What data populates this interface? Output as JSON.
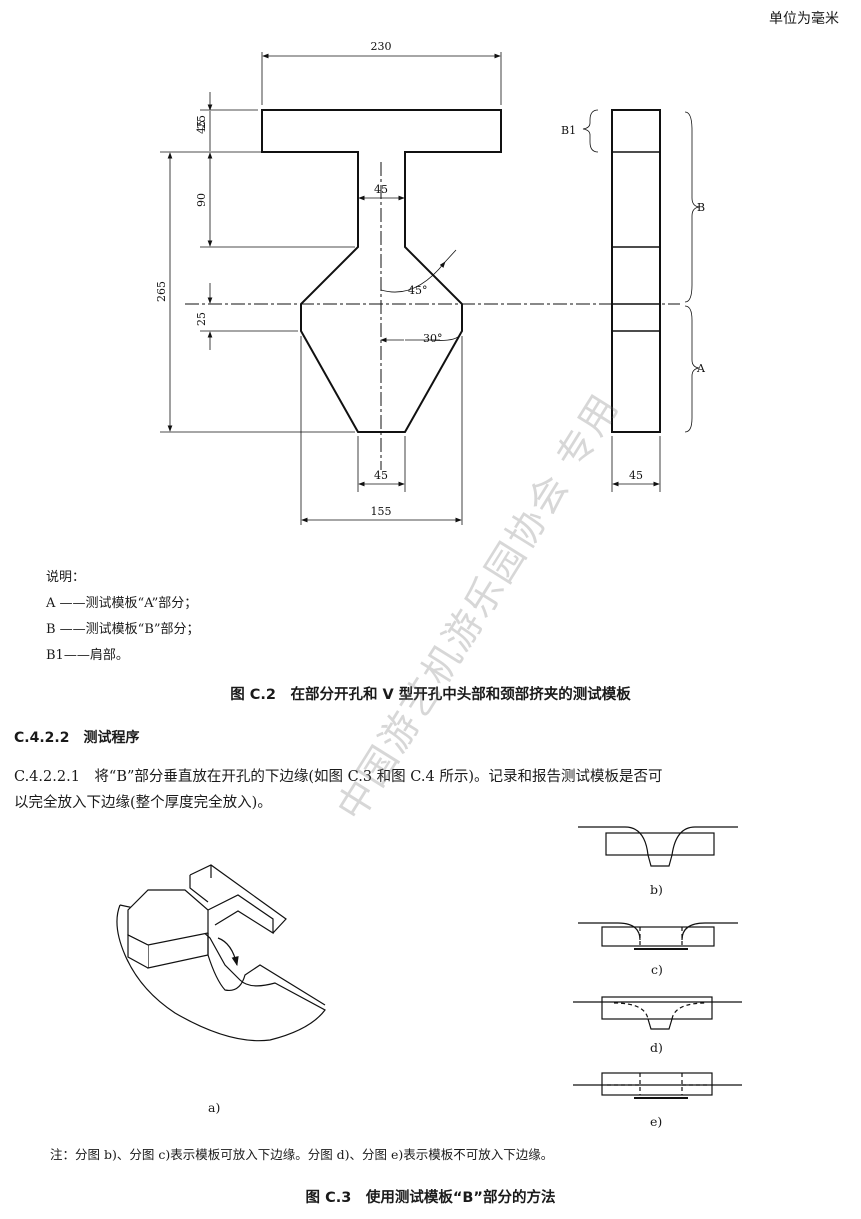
{
  "unit_note": "单位为毫米",
  "figure_c2": {
    "dims": {
      "top_width": "230",
      "h45": "45",
      "h25_top": "25",
      "h90": "90",
      "h265": "265",
      "h25_mid": "25",
      "neck_width": "45",
      "angle45": "45°",
      "angle30": "30°",
      "bottom_width": "45",
      "total_width": "155",
      "side_width": "45"
    },
    "labels": {
      "b1": "B1",
      "b": "B",
      "a": "A"
    },
    "legend_title": "说明：",
    "legend_items": [
      "A ——测试模板“A”部分；",
      "B ——测试模板“B”部分；",
      "B1——肩部。"
    ],
    "caption": "图 C.2　在部分开孔和 V 型开孔中头部和颈部挤夹的测试模板"
  },
  "section": {
    "heading": "C.4.2.2　测试程序",
    "para_line1": "C.4.2.2.1　将“B”部分垂直放在开孔的下边缘(如图 C.3 和图 C.4 所示)。记录和报告测试模板是否可",
    "para_line2": "以完全放入下边缘(整个厚度完全放入)。"
  },
  "figure_c3": {
    "sub_labels": {
      "a": "a)",
      "b": "b)",
      "c": "c)",
      "d": "d)",
      "e": "e)"
    },
    "note": "注：分图 b)、分图 c)表示模板可放入下边缘。分图 d)、分图 e)表示模板不可放入下边缘。",
    "caption": "图 C.3　使用测试模板“B”部分的方法"
  },
  "watermark": "中国游艺机游乐园协会 专用"
}
